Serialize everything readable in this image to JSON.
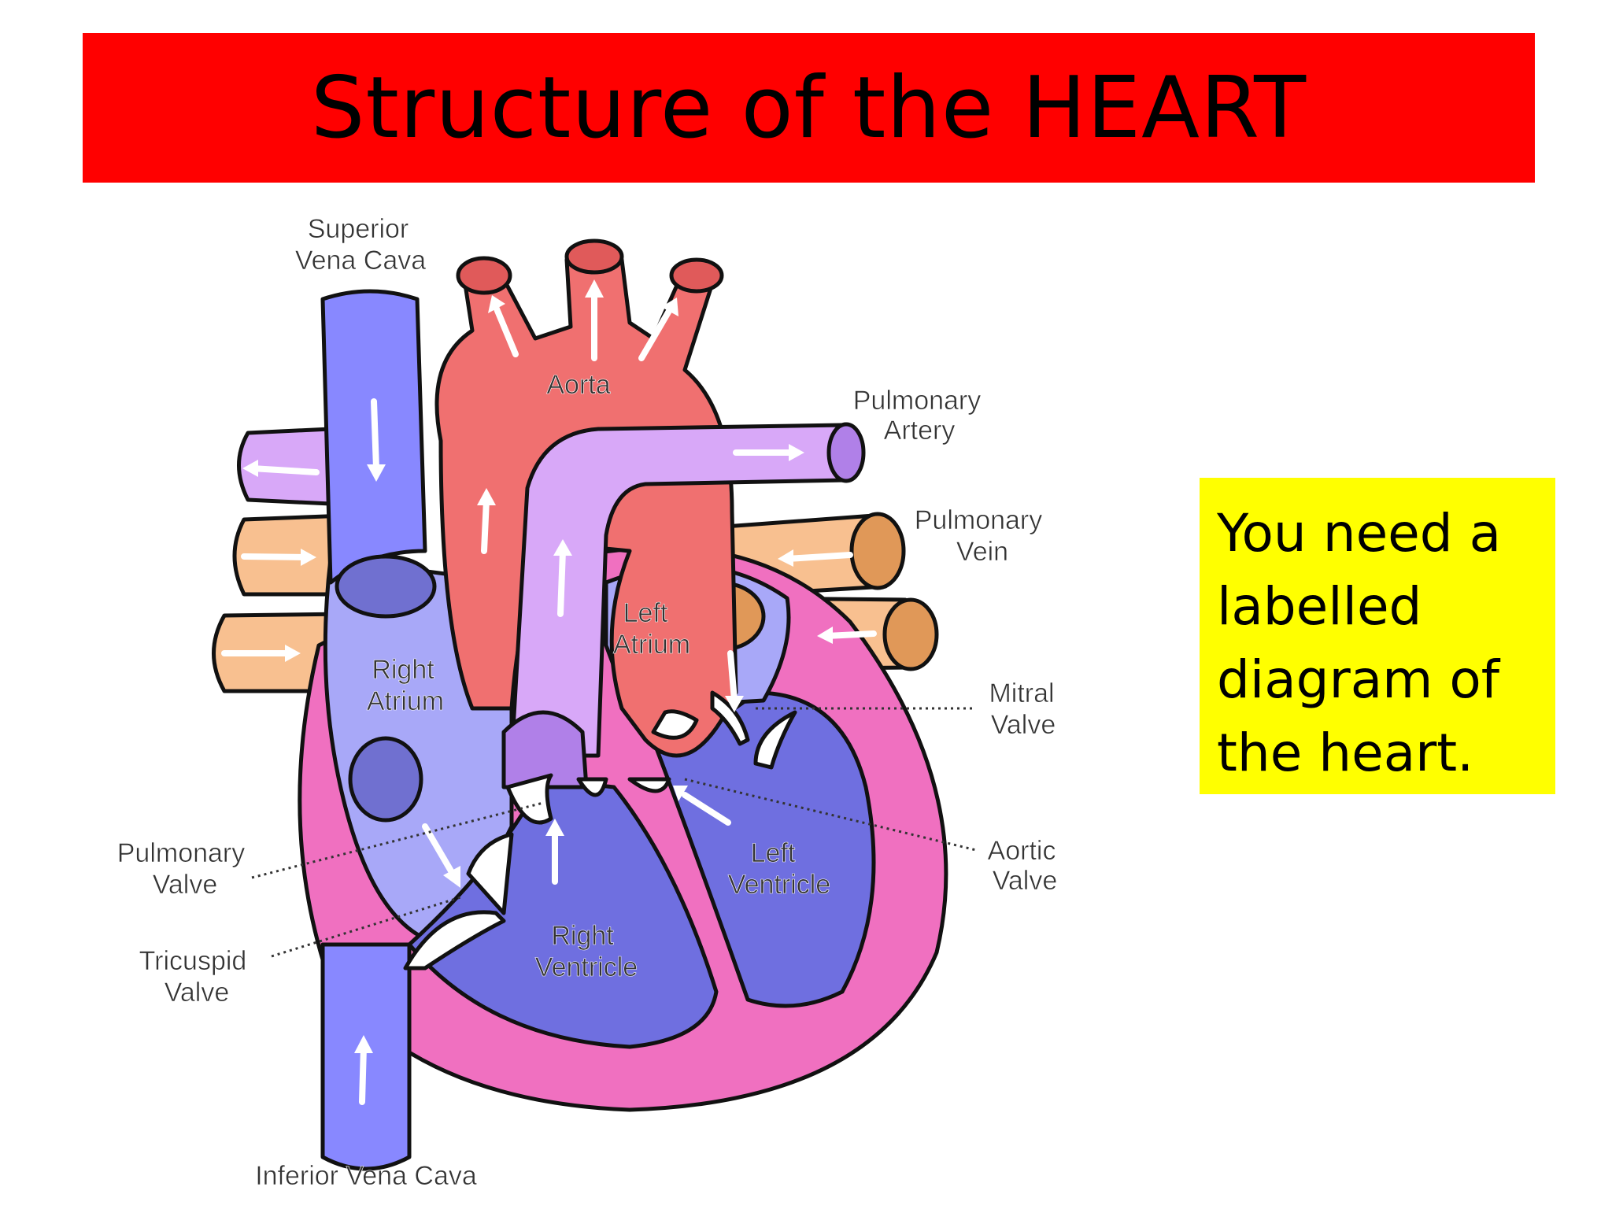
{
  "slide": {
    "title": "Structure of the HEART",
    "note": "You need a labelled diagram of the heart."
  },
  "diagram": {
    "labels": {
      "superior_vena_cava_1": "Superior",
      "superior_vena_cava_2": "Vena Cava",
      "aorta": "Aorta",
      "pulmonary_artery_1": "Pulmonary",
      "pulmonary_artery_2": "Artery",
      "pulmonary_vein_1": "Pulmonary",
      "pulmonary_vein_2": "Vein",
      "left_atrium_1": "Left",
      "left_atrium_2": "Atrium",
      "right_atrium_1": "Right",
      "right_atrium_2": "Atrium",
      "mitral_valve_1": "Mitral",
      "mitral_valve_2": "Valve",
      "aortic_valve_1": "Aortic",
      "aortic_valve_2": "Valve",
      "left_ventricle_1": "Left",
      "left_ventricle_2": "Ventricle",
      "right_ventricle_1": "Right",
      "right_ventricle_2": "Ventricle",
      "pulmonary_valve_1": "Pulmonary",
      "pulmonary_valve_2": "Valve",
      "tricuspid_valve_1": "Tricuspid",
      "tricuspid_valve_2": "Valve",
      "inferior_vena_cava": "Inferior Vena Cava"
    },
    "colors": {
      "vena_cava": "#8888ff",
      "aorta": "#f07070",
      "pulmonary_artery": "#d8a8f8",
      "pulmonary_vein": "#f8c090",
      "heart_wall": "#f070c0",
      "ventricle": "#6f6fe0",
      "atrium": "#a8a8f8"
    }
  }
}
